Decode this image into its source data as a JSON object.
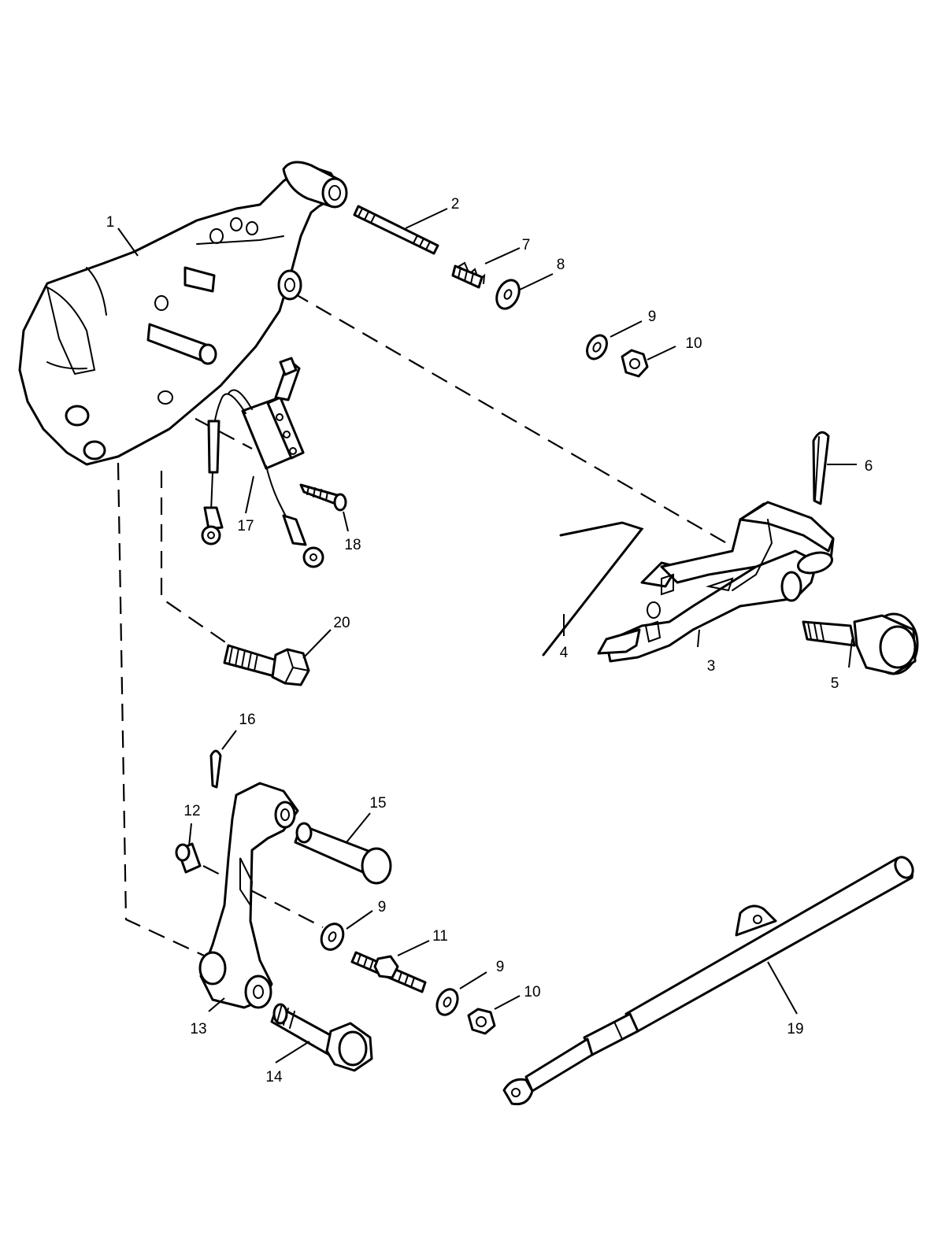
{
  "callouts": {
    "c1": "1",
    "c2": "2",
    "c3": "3",
    "c4": "4",
    "c5": "5",
    "c6": "6",
    "c7": "7",
    "c8": "8",
    "c9a": "9",
    "c10a": "10",
    "c9b": "9",
    "c11": "11",
    "c9c": "9",
    "c10b": "10",
    "c12": "12",
    "c13": "13",
    "c14": "14",
    "c15": "15",
    "c16": "16",
    "c17": "17",
    "c18": "18",
    "c19": "19",
    "c20": "20"
  }
}
